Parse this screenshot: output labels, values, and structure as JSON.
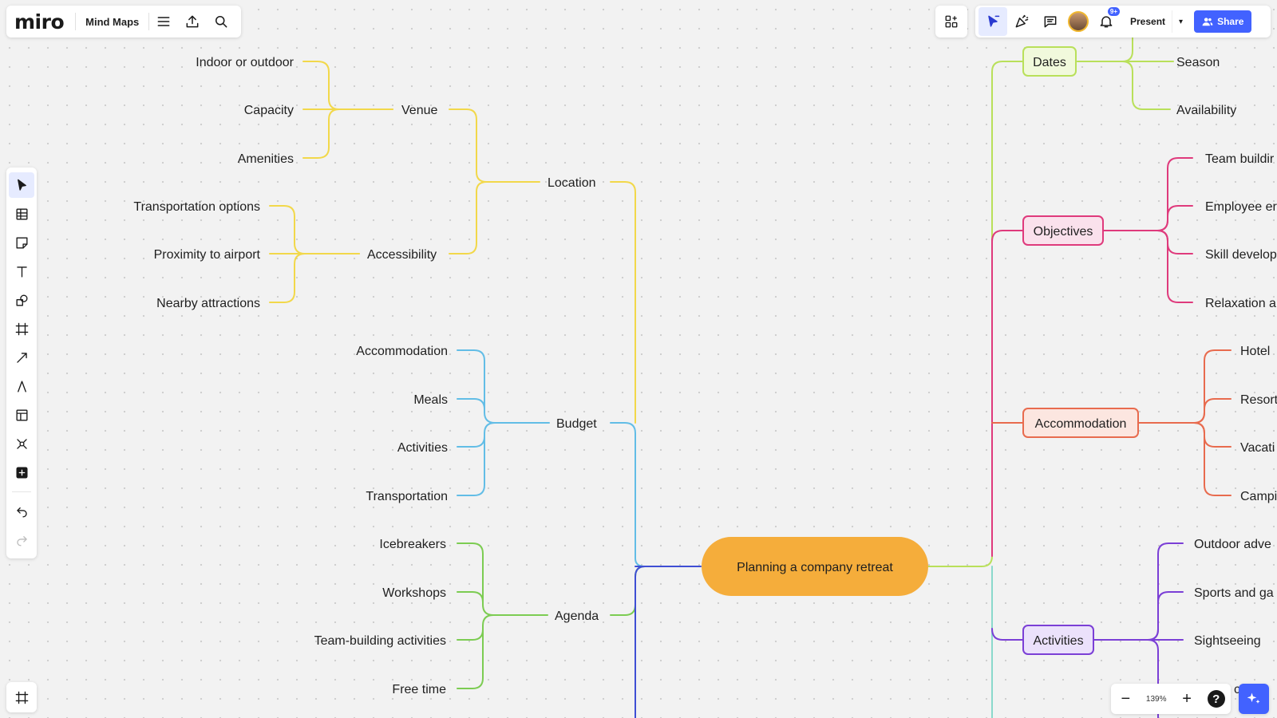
{
  "app": {
    "logo": "miro",
    "board_name": "Mind Maps"
  },
  "topbar": {
    "notifications_badge": "9+",
    "present_label": "Present",
    "share_label": "Share",
    "accent": "#4262ff"
  },
  "zoom": {
    "level": "139%",
    "help_label": "?"
  },
  "mindmap": {
    "root": "Planning a company retreat",
    "colors": {
      "root": "#f5ad3b",
      "location": "#f2d84a",
      "budget": "#62bde6",
      "agenda": "#7ccc52",
      "leftTrunk": "#3f4fd4",
      "dates": "#b9e05a",
      "objectives": "#df3a7c",
      "accommodation": "#e86b4e",
      "activities": "#7b3fd6",
      "teal": "#8ad9cc"
    },
    "left": {
      "location": "Location",
      "venue": "Venue",
      "indoor": "Indoor or outdoor",
      "capacity": "Capacity",
      "amenities": "Amenities",
      "accessibility": "Accessibility",
      "transport_opts": "Transportation options",
      "airport": "Proximity to airport",
      "attractions": "Nearby attractions",
      "budget": "Budget",
      "accommodation": "Accommodation",
      "meals": "Meals",
      "activities": "Activities",
      "transportation": "Transportation",
      "agenda": "Agenda",
      "icebreakers": "Icebreakers",
      "workshops": "Workshops",
      "teambuilding": "Team-building activities",
      "freetime": "Free time"
    },
    "right": {
      "dates": "Dates",
      "season": "Season",
      "availability": "Availability",
      "objectives": "Objectives",
      "team_building": "Team buildir",
      "employee": "Employee er",
      "skill": "Skill develop",
      "relaxation": "Relaxation a",
      "accommodation": "Accommodation",
      "hotel": "Hotel",
      "resort": "Resort",
      "vacation": "Vacati",
      "camping": "Campi",
      "activities": "Activities",
      "outdoor": "Outdoor adve",
      "sports": "Sports and ga",
      "sightseeing": "Sightseeing",
      "partial": "c"
    }
  }
}
